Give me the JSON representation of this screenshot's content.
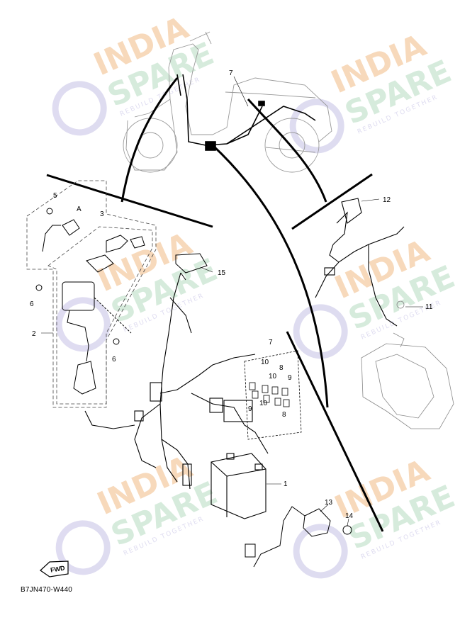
{
  "diagram": {
    "part_code": "B7JN470-W440",
    "fwd_label": "FWD",
    "callouts": {
      "c1": "1",
      "c2": "2",
      "c3": "3",
      "c5": "5",
      "c6a": "6",
      "c6b": "6",
      "c7a": "7",
      "c7b": "7",
      "c8a": "8",
      "c8b": "8",
      "c9a": "9",
      "c9b": "9",
      "c10a": "10",
      "c10b": "10",
      "c10c": "10",
      "c11": "11",
      "c12": "12",
      "c13": "13",
      "c14": "14",
      "c15": "15",
      "cA": "A"
    }
  },
  "watermark": {
    "line1": "INDIA",
    "line2": "SPARE",
    "tagline": "REBUILD TOGETHER",
    "colors": {
      "orange": "#f6d3b0",
      "green": "#cfe8d6",
      "blue": "#d9d6ee"
    }
  }
}
